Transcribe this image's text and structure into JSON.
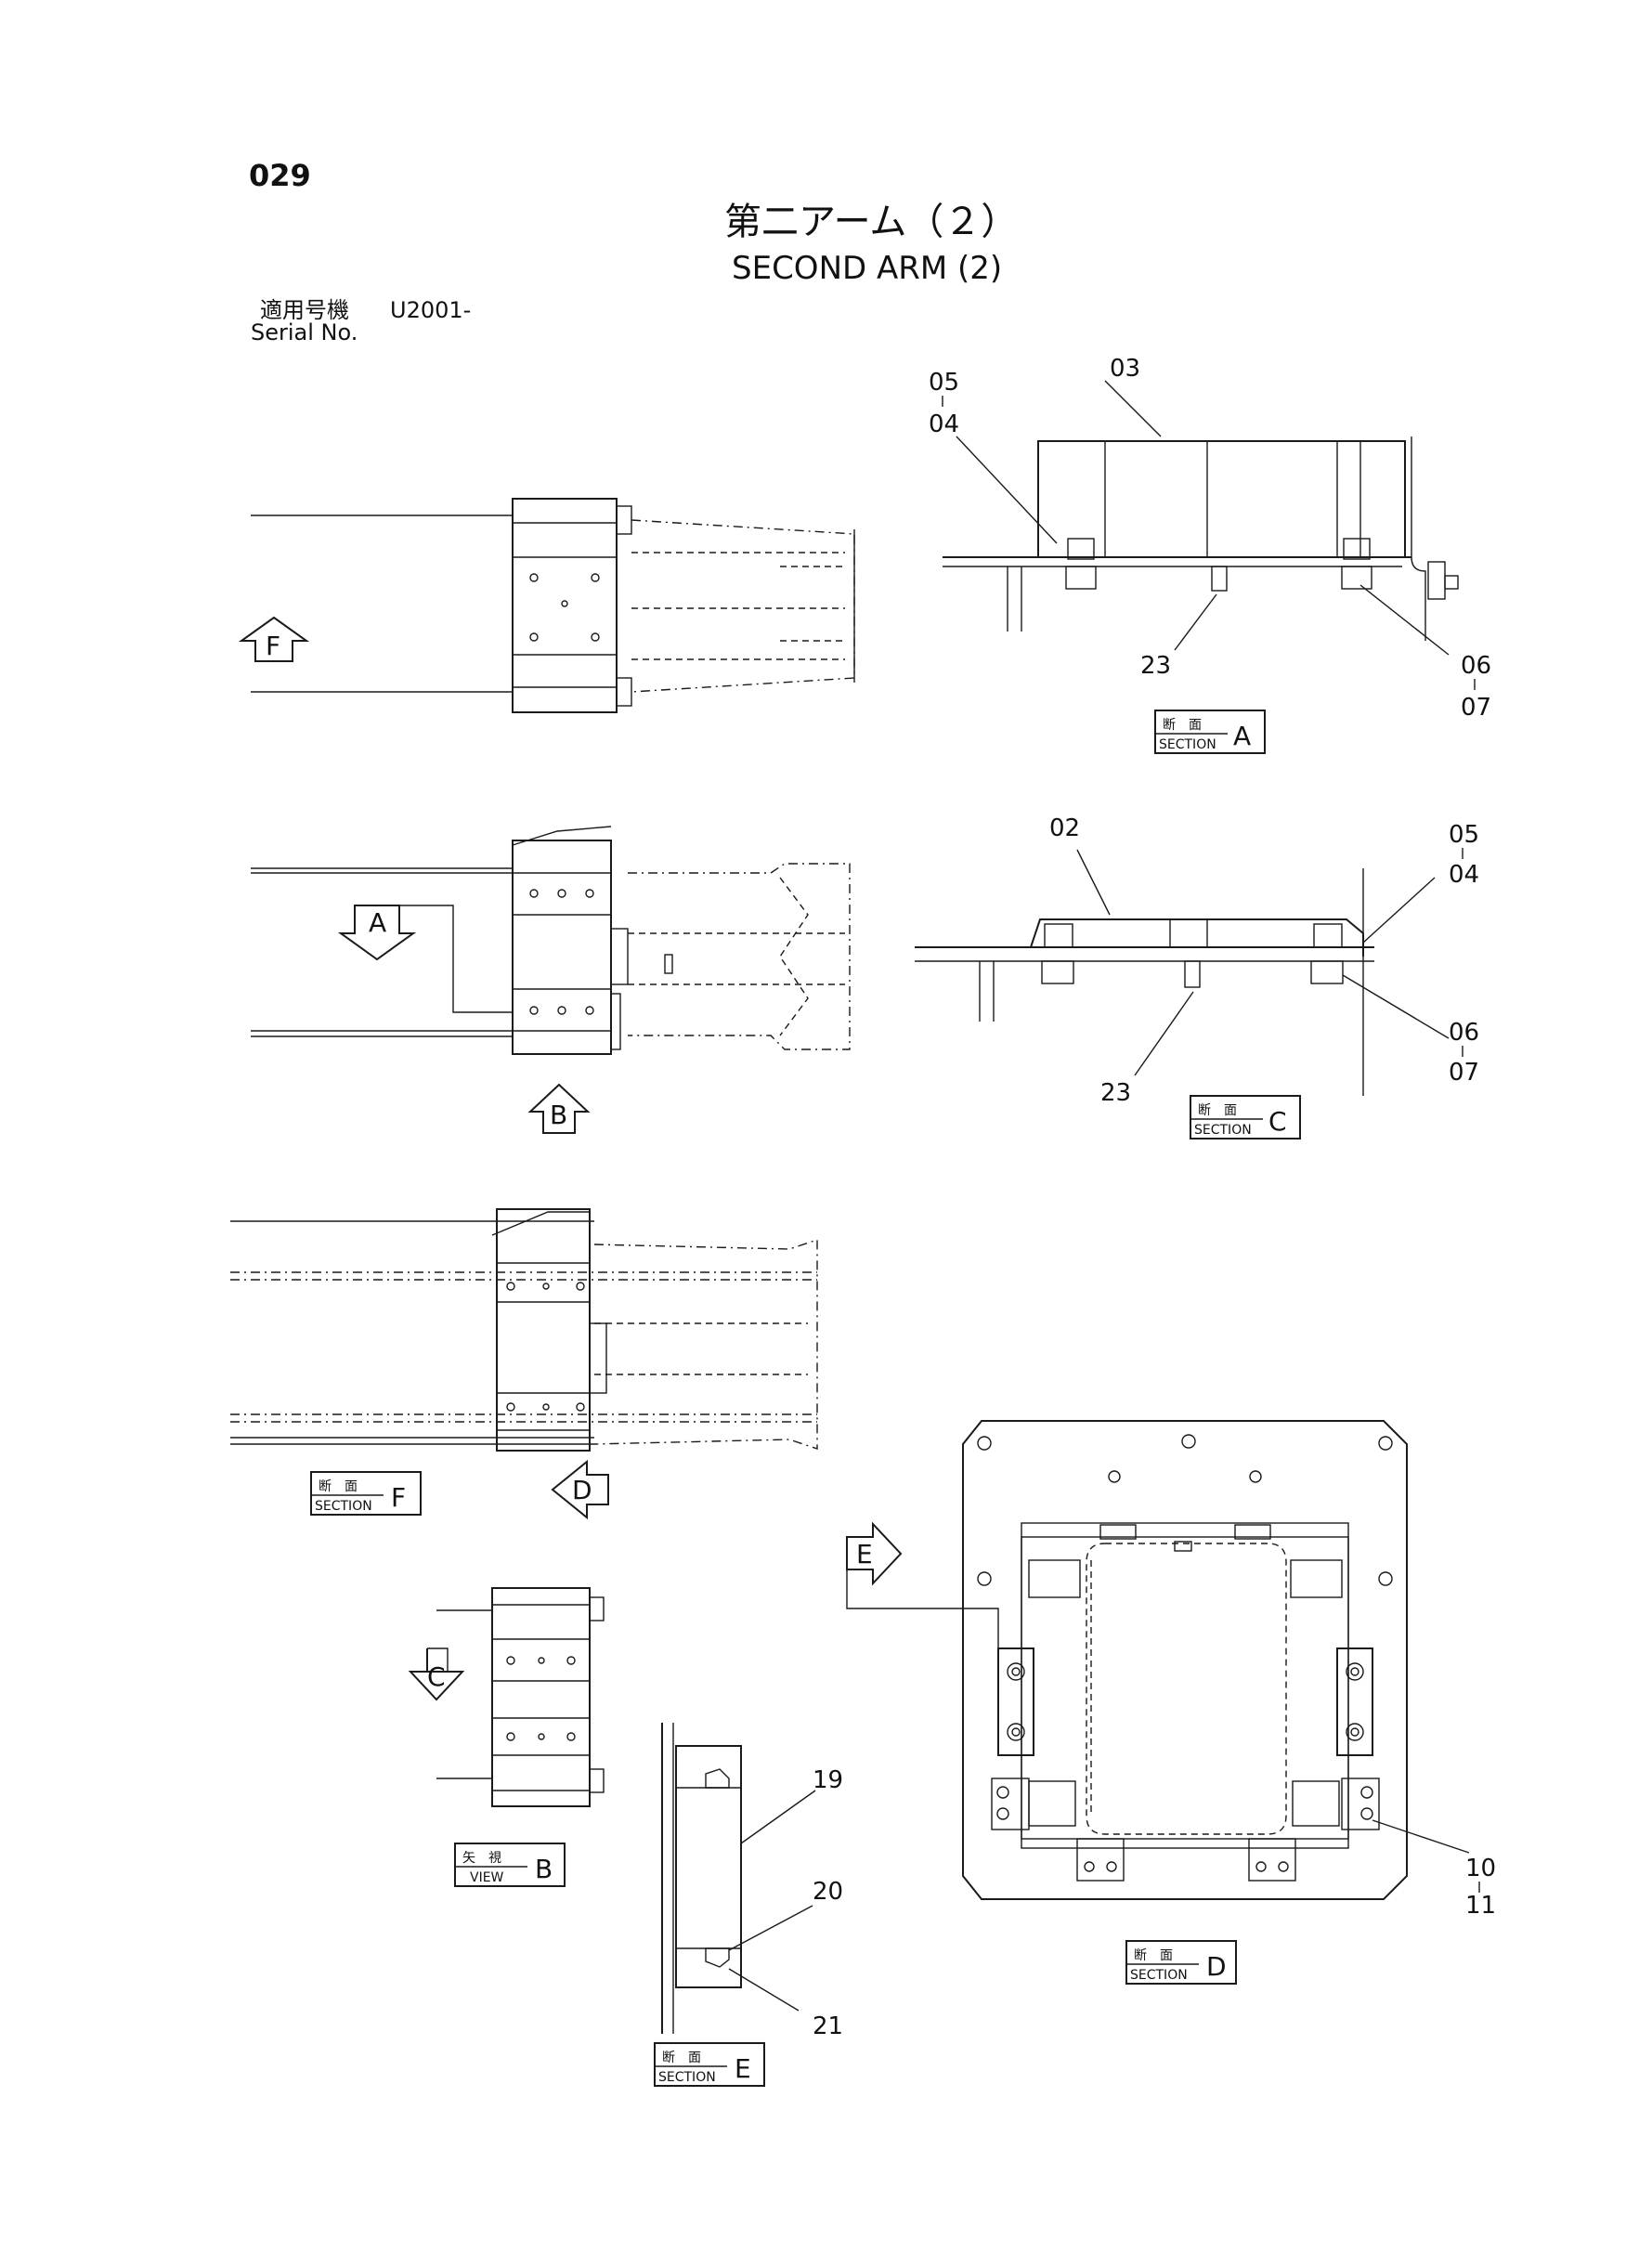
{
  "header": {
    "page_number": "029",
    "title_jp": "第二アーム（２）",
    "title_en": "SECOND ARM (2)",
    "serial_jp": "適用号機",
    "serial_value": "U2001-",
    "serial_en": "Serial No."
  },
  "views": {
    "section_a": {
      "tag_jp": "断　面",
      "tag_en": "SECTION",
      "letter": "A"
    },
    "section_c": {
      "tag_jp": "断　面",
      "tag_en": "SECTION",
      "letter": "C"
    },
    "section_f": {
      "tag_jp": "断　面",
      "tag_en": "SECTION",
      "letter": "F"
    },
    "view_b": {
      "tag_jp": "矢　視",
      "tag_en": "VIEW",
      "letter": "B"
    },
    "section_e": {
      "tag_jp": "断　面",
      "tag_en": "SECTION",
      "letter": "E"
    },
    "section_d": {
      "tag_jp": "断　面",
      "tag_en": "SECTION",
      "letter": "D"
    }
  },
  "arrows": {
    "f": "F",
    "a": "A",
    "b": "B",
    "d": "D",
    "c": "C",
    "e": "E"
  },
  "parts": {
    "a_03": "03",
    "a_05": "05",
    "a_04": "04",
    "a_23": "23",
    "a_06": "06",
    "a_07": "07",
    "c_02": "02",
    "c_05": "05",
    "c_04": "04",
    "c_23": "23",
    "c_06": "06",
    "c_07": "07",
    "e_19": "19",
    "e_20": "20",
    "e_21": "21",
    "d_10": "10",
    "d_11": "11"
  }
}
